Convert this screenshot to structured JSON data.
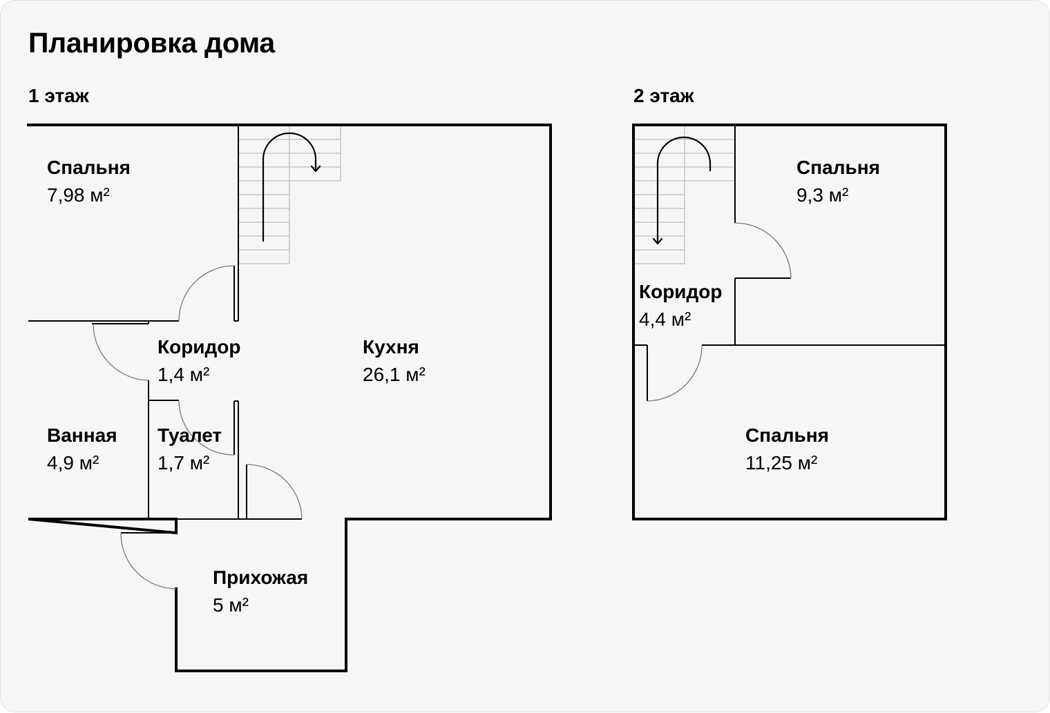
{
  "title": "Планировка дома",
  "floors": [
    {
      "label": "1 этаж",
      "rooms": [
        {
          "name": "Спальня",
          "area": "7,98 м²"
        },
        {
          "name": "Коридор",
          "area": "1,4 м²"
        },
        {
          "name": "Кухня",
          "area": "26,1 м²"
        },
        {
          "name": "Ванная",
          "area": "4,9 м²"
        },
        {
          "name": "Туалет",
          "area": "1,7 м²"
        },
        {
          "name": "Прихожая",
          "area": "5 м²"
        }
      ]
    },
    {
      "label": "2 этаж",
      "rooms": [
        {
          "name": "Спальня",
          "area": "9,3 м²"
        },
        {
          "name": "Коридор",
          "area": "4,4 м²"
        },
        {
          "name": "Спальня",
          "area": "11,25 м²"
        }
      ]
    }
  ],
  "icons": [
    "staircase-icon",
    "stair-direction-arrow-icon",
    "door-swing-icon"
  ],
  "colors": {
    "background": "#f6f6f6",
    "walls": "#000000",
    "stairs": "#bdbdbd"
  }
}
